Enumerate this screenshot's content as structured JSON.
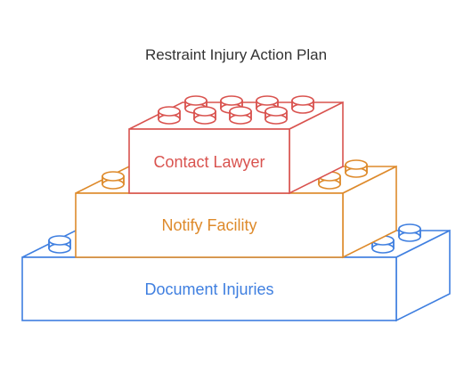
{
  "diagram": {
    "title": "Restraint Injury Action Plan",
    "levels": [
      {
        "label": "Contact Lawyer",
        "color": "#d9534f"
      },
      {
        "label": "Notify Facility",
        "color": "#de8a2b"
      },
      {
        "label": "Document Injuries",
        "color": "#3f7fe0"
      }
    ]
  }
}
